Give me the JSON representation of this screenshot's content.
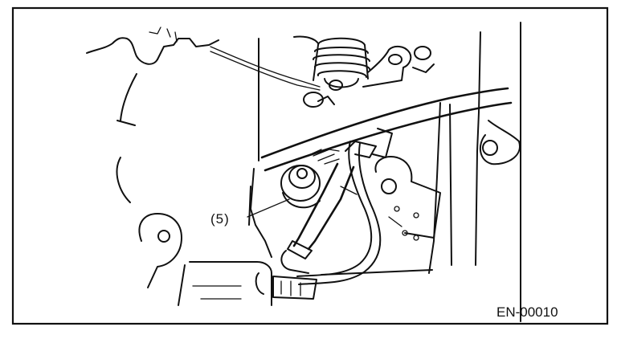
{
  "figure": {
    "callouts": [
      {
        "id": "5",
        "text": "(5)"
      }
    ],
    "figure_code": "EN-00010"
  }
}
